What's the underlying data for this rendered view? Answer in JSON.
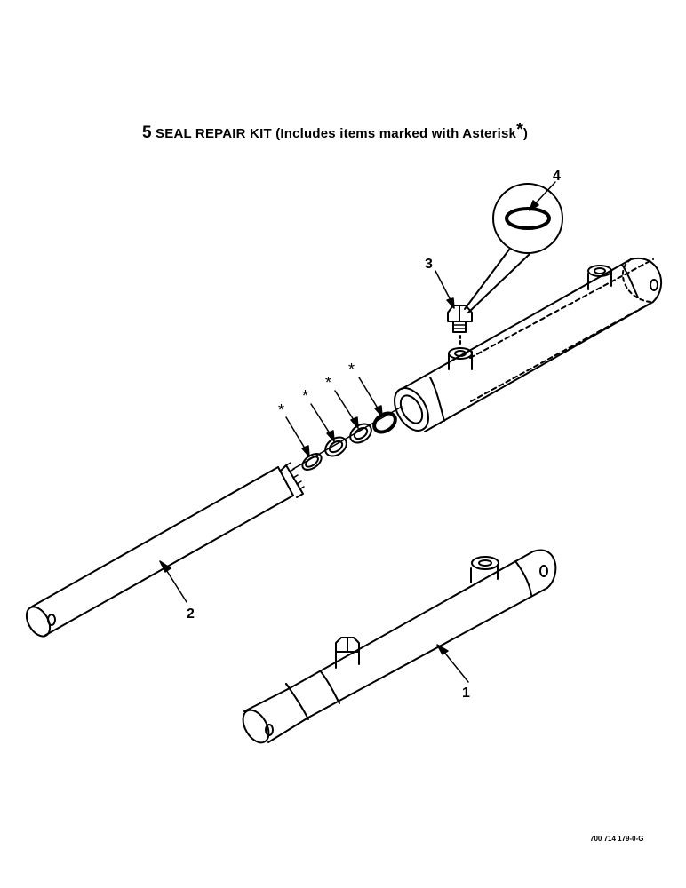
{
  "kit": {
    "number": "5",
    "text": "SEAL REPAIR KIT (Includes items marked with Asterisk",
    "asterisk": "*",
    "close": ")"
  },
  "callouts": {
    "item1": "1",
    "item2": "2",
    "item3": "3",
    "item4": "4",
    "asterisk": "*"
  },
  "drawing_number": "700 714 179-0-G"
}
